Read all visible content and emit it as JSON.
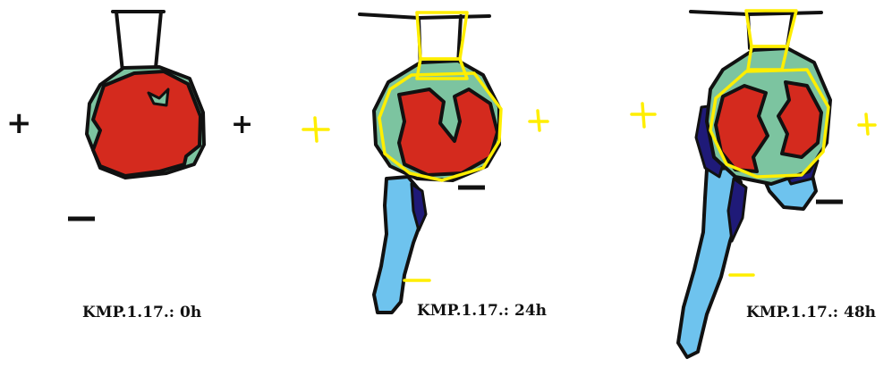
{
  "panels": [
    {
      "label": "KMP.1.17.: 0h"
    },
    {
      "label": "KMP.1.17.: 24h"
    },
    {
      "label": "KMP.1.17.: 48h"
    }
  ],
  "signs": {
    "plus": "+",
    "minus": "—"
  },
  "colors": {
    "background": "#ffffff",
    "outline": "#111111",
    "red": "#d42a1e",
    "green": "#7cc4a0",
    "light_blue": "#6ec3ee",
    "dark_blue": "#1f1a78",
    "yellow_overlay": "#ffee00"
  }
}
